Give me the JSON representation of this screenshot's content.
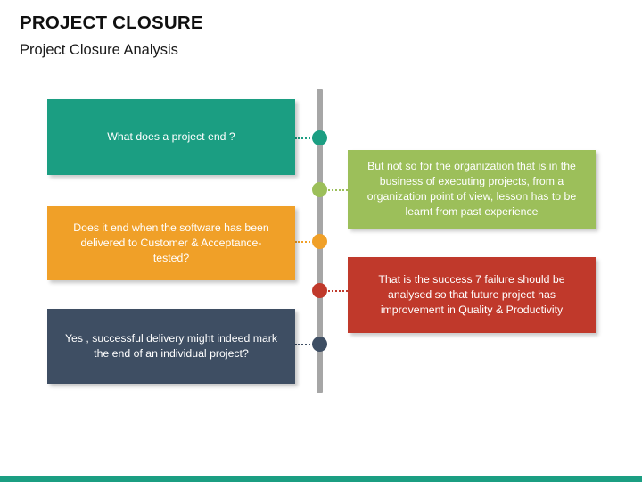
{
  "header": {
    "title": "PROJECT CLOSURE",
    "subtitle": "Project Closure Analysis"
  },
  "colors": {
    "teal": "#1b9e82",
    "green": "#9cbf5a",
    "orange": "#f0a028",
    "red": "#c0392b",
    "navy": "#3e4e63",
    "spine": "#a6a6a6",
    "footer": "#1b9e82",
    "text_dark": "#101010",
    "box_text": "#ffffff"
  },
  "timeline": {
    "items": [
      {
        "id": "item-1",
        "side": "left",
        "color_key": "teal",
        "color": "#1b9e82",
        "text": "What does a project end ?"
      },
      {
        "id": "item-2",
        "side": "right",
        "color_key": "green",
        "color": "#9cbf5a",
        "text": "But not so for the organization that is in the business of executing projects, from a organization point of view, lesson has to be learnt from past experience"
      },
      {
        "id": "item-3",
        "side": "left",
        "color_key": "orange",
        "color": "#f0a028",
        "text": "Does it end when the software has been delivered to Customer & Acceptance-tested?"
      },
      {
        "id": "item-4",
        "side": "right",
        "color_key": "red",
        "color": "#c0392b",
        "text": "That is the success 7 failure should be analysed so that future project has improvement in Quality & Productivity"
      },
      {
        "id": "item-5",
        "side": "left",
        "color_key": "navy",
        "color": "#3e4e63",
        "text": "Yes , successful delivery might indeed mark the end of an individual project?"
      }
    ]
  }
}
